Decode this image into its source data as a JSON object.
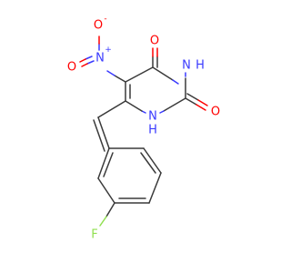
{
  "molecule": {
    "atoms": {
      "nitro_o_minus": "O",
      "nitro_o_minus_charge": "-",
      "nitro_n": "N",
      "nitro_n_charge": "+",
      "nitro_o_double": "O",
      "c4_o": "O",
      "n3_h": "N",
      "n3_h_h": "H",
      "c2_o": "O",
      "n1_h": "N",
      "n1_h_h": "H",
      "fluorine": "F"
    },
    "colors": {
      "carbon_bond": "#3a3a3a",
      "oxygen": "#ff0000",
      "nitrogen": "#3a3aff",
      "fluorine": "#90e050"
    }
  }
}
